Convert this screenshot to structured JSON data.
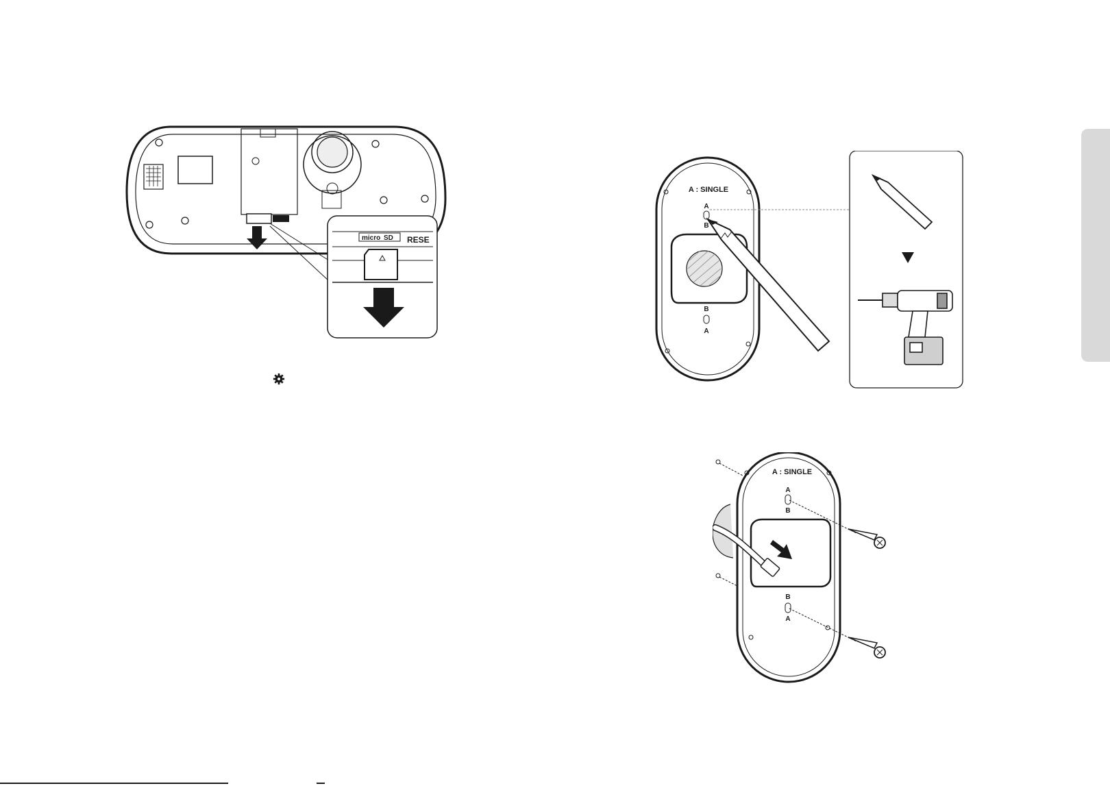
{
  "figure_card": {
    "label_micro": "micro",
    "label_sd": "SD",
    "label_reset_partial": "RESE",
    "label_reset": "RESET"
  },
  "figure_mark": {
    "plate_label": "A : SINGLE",
    "hole_label_a": "A",
    "hole_label_b": "B"
  },
  "figure_mount": {
    "plate_label": "A : SINGLE",
    "hole_label_a": "A",
    "hole_label_b": "B"
  },
  "icons": {
    "gear": "gear-icon",
    "side_tab": "section-tab"
  }
}
